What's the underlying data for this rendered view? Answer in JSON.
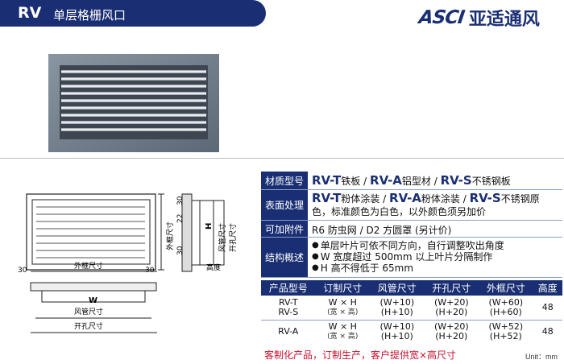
{
  "header": {
    "code": "RV",
    "title": "单层格栅风口"
  },
  "brand": {
    "logo": "ASCI",
    "name": "亚适通风"
  },
  "drawing": {
    "dim_30": "30",
    "dim_22": "22",
    "dim_h": "H",
    "outer_size_v": "外框尺寸",
    "duct_size_v": "风管尺寸",
    "hole_size_v": "开孔尺寸",
    "height_label": "高度",
    "outer_size": "外框尺寸",
    "w_label": "W",
    "duct_size": "风管尺寸",
    "hole_size": "开孔尺寸"
  },
  "spec": {
    "material": {
      "label": "材质型号",
      "parts": [
        {
          "code": "RV-T",
          "text": "铁板"
        },
        {
          "code": "RV-A",
          "text": "铝型材"
        },
        {
          "code": "RV-S",
          "text": "不锈钢板"
        }
      ]
    },
    "finish": {
      "label": "表面处理",
      "parts": [
        {
          "code": "RV-T",
          "text": "粉体涂装"
        },
        {
          "code": "RV-A",
          "text": "粉体涂装"
        },
        {
          "code": "RV-S",
          "text": "不锈钢原"
        }
      ],
      "line2": "色，标准颜色为白色，以外颜色须另加价"
    },
    "accessory": {
      "label": "可加附件",
      "text": "R6 防虫网 / D2 方圆罩 (另计价)"
    },
    "structure": {
      "label": "结构概述",
      "items": [
        "单层叶片可依不同方向，自行调整吹出角度",
        "W 宽度超过 500mm 以上叶片分隔制作",
        "H 高不得低于 65mm"
      ]
    }
  },
  "table": {
    "headers": [
      "产品型号",
      "订制尺寸",
      "风管尺寸",
      "开孔尺寸",
      "外框尺寸",
      "高度"
    ],
    "groups": [
      {
        "models": [
          "RV-T",
          "RV-S"
        ],
        "custom": [
          "W × H",
          "(宽 × 高)"
        ],
        "duct": [
          "(W+10)",
          "(H+10)"
        ],
        "hole": [
          "(W+20)",
          "(H+20)"
        ],
        "outer": [
          "(W+60)",
          "(H+60)"
        ],
        "height": "48"
      },
      {
        "models": [
          "RV-A"
        ],
        "custom": [
          "W × H",
          "(宽 × 高)"
        ],
        "duct": [
          "(W+10)",
          "(H+10)"
        ],
        "hole": [
          "(W+20)",
          "(H+20)"
        ],
        "outer": [
          "(W+52)",
          "(H+52)"
        ],
        "height": "48"
      }
    ]
  },
  "footer": {
    "note": "客制化产品，订制生产，客户提供宽×高尺寸",
    "unit": "Unit：mm"
  },
  "colors": {
    "brand": "#1a2f73",
    "accent_red": "#c8102e",
    "frame": "#7b8694"
  }
}
